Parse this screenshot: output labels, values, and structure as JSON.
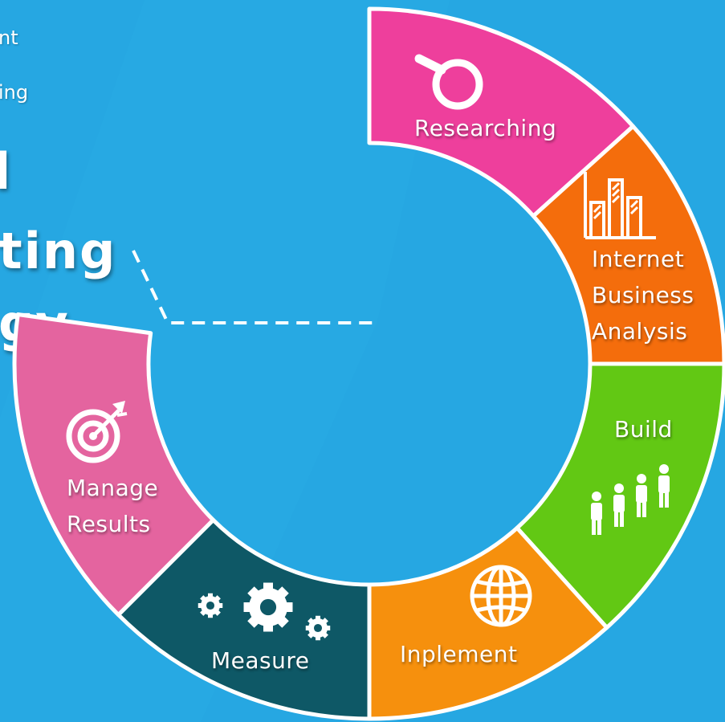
{
  "left_text": {
    "line1": "nt",
    "line2": "ing",
    "big1": "l",
    "big2": "ting",
    "big3": "gy"
  },
  "segments": [
    {
      "key": "researching",
      "lines": [
        "Researching"
      ],
      "color": "#ee3f9c",
      "icon": "magnifier-icon"
    },
    {
      "key": "analysis",
      "lines": [
        "Internet",
        "Business",
        "Analysis"
      ],
      "color": "#f46d0c",
      "icon": "bar-chart-icon"
    },
    {
      "key": "build",
      "lines": [
        "Build"
      ],
      "color": "#62c814",
      "icon": "people-growth-icon"
    },
    {
      "key": "implement",
      "lines": [
        "Inplement"
      ],
      "color": "#f6900d",
      "icon": "globe-icon"
    },
    {
      "key": "measure",
      "lines": [
        "Measure"
      ],
      "color": "#0e5866",
      "icon": "gears-icon"
    },
    {
      "key": "manage",
      "lines": [
        "Manage",
        "Results"
      ],
      "color": "#e4649f",
      "icon": "target-icon"
    }
  ]
}
